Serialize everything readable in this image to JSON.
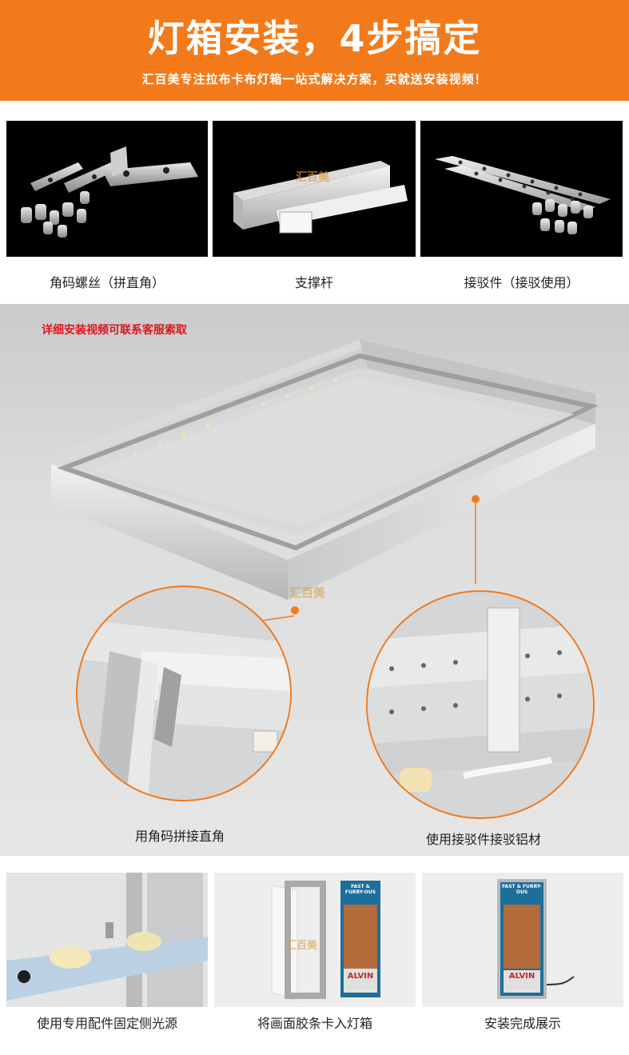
{
  "header": {
    "title": "灯箱安装，4步搞定",
    "subtitle": "汇百美专注拉布卡布灯箱一站式解决方案，买就送安装视频！"
  },
  "parts": [
    {
      "label": "角码螺丝（拼直角）"
    },
    {
      "label": "支撑杆"
    },
    {
      "label": "接驳件（接驳使用）"
    }
  ],
  "assembly": {
    "note": "详细安装视频可联系客服索取",
    "detail_left_label": "用角码拼接直角",
    "detail_right_label": "使用接驳件接驳铝材"
  },
  "steps": [
    {
      "label": "使用专用配件固定侧光源"
    },
    {
      "label": "将画面胶条卡入灯箱"
    },
    {
      "label": "安装完成展示"
    }
  ],
  "poster": {
    "title": "FAST & FURRY-OUS",
    "name": "ALVIN"
  },
  "watermark": "汇百美",
  "colors": {
    "accent": "#f27a1b",
    "note_red": "#e0141b",
    "tile_bg": "#000000"
  }
}
